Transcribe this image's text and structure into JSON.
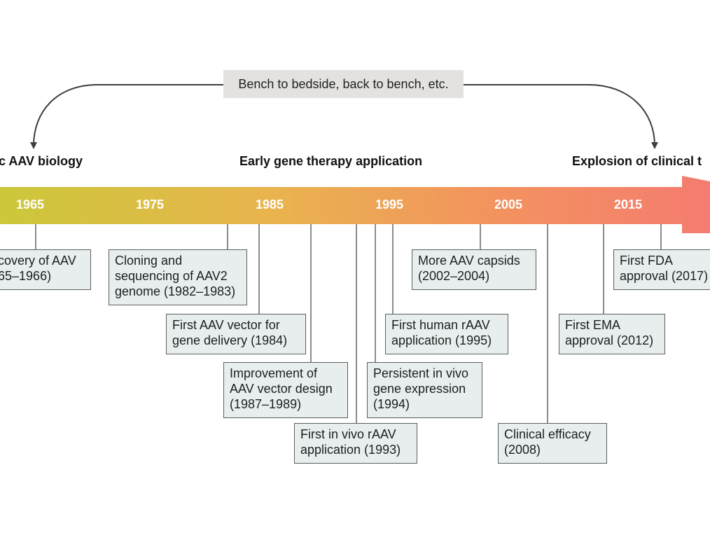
{
  "header": {
    "banner_text": "Bench to bedside, back to bench, etc."
  },
  "eras": [
    {
      "label": "c AAV biology"
    },
    {
      "label": "Early gene therapy application"
    },
    {
      "label": "Explosion of clinical t"
    }
  ],
  "timeline": {
    "gradient_colors": [
      "#cbc83a",
      "#e9b44e",
      "#f3925f",
      "#f47c70"
    ],
    "years": [
      "1965",
      "1975",
      "1985",
      "1995",
      "2005",
      "2015"
    ]
  },
  "events": [
    {
      "text": "covery of AAV\n65–1966)"
    },
    {
      "text": "Cloning and\nsequencing of AAV2\ngenome (1982–1983)"
    },
    {
      "text": "First AAV vector for\ngene delivery (1984)"
    },
    {
      "text": "Improvement of\nAAV vector design\n(1987–1989)"
    },
    {
      "text": "First in vivo rAAV\napplication (1993)"
    },
    {
      "text": "Persistent in vivo\ngene expression\n(1994)"
    },
    {
      "text": "First human rAAV\napplication (1995)"
    },
    {
      "text": "More AAV capsids\n(2002–2004)"
    },
    {
      "text": "Clinical efficacy\n(2008)"
    },
    {
      "text": "First EMA\napproval (2012)"
    },
    {
      "text": "First FDA\napproval (2017)"
    }
  ]
}
